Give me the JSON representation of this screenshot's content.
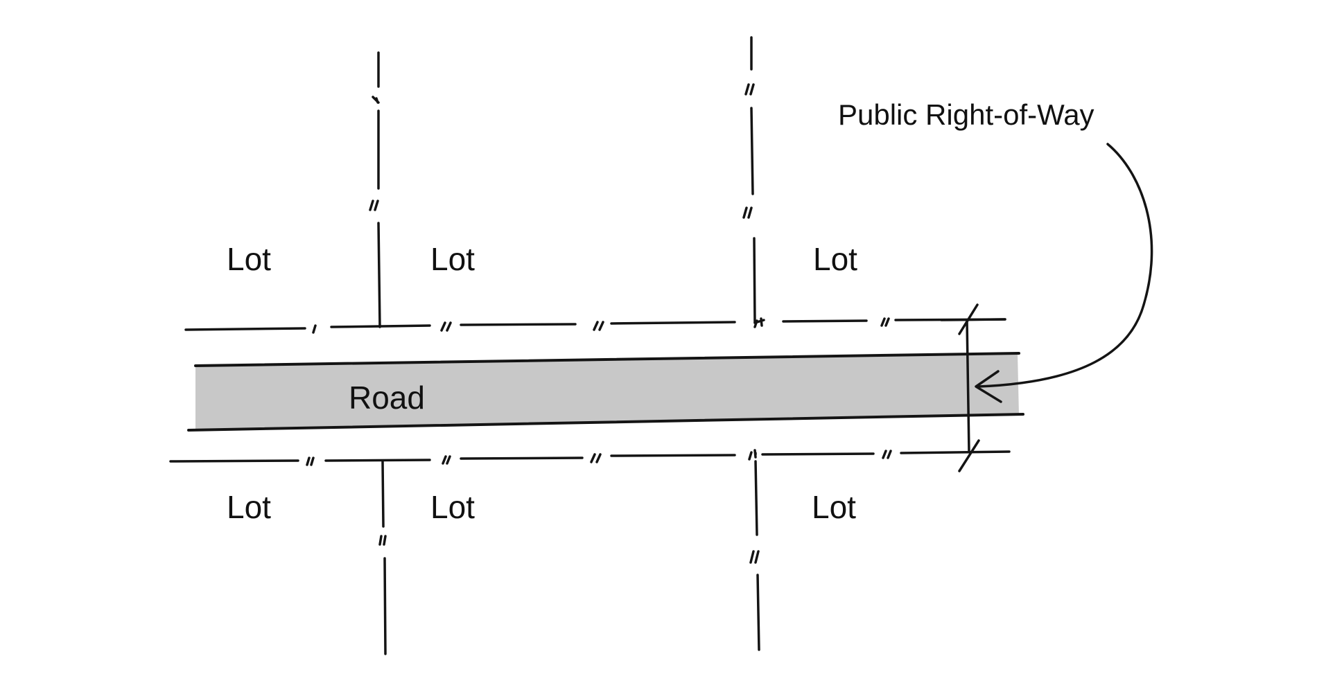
{
  "diagram": {
    "labels": {
      "lot": "Lot",
      "road": "Road",
      "right_of_way": "Public Right-of-Way"
    },
    "colors": {
      "ink": "#141414",
      "road_fill": "#c8c8c8",
      "background": "#ffffff"
    },
    "lots": {
      "north": [
        "Lot",
        "Lot",
        "Lot"
      ],
      "south": [
        "Lot",
        "Lot",
        "Lot"
      ]
    }
  }
}
